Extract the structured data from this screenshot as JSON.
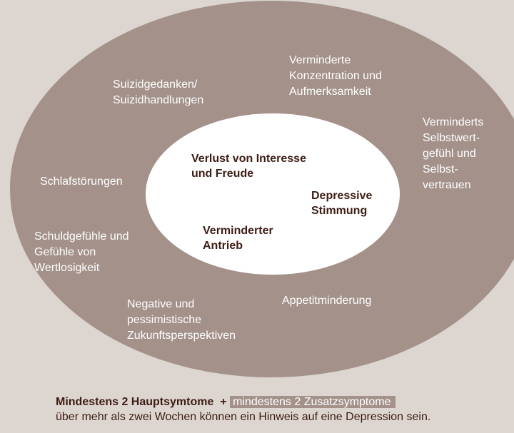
{
  "colors": {
    "background": "#ddd5cf",
    "outer_ellipse": "#a3918a",
    "inner_ellipse": "#ffffff",
    "text_dark": "#3d1d15"
  },
  "main_symptoms": [
    "Verlust von Interesse und Freude",
    "Depressive Stimmung",
    "Verminderter Antrieb"
  ],
  "main_lines": {
    "interest": [
      "Verlust von Interesse",
      "und Freude"
    ],
    "mood": [
      "Depressive",
      "Stimmung"
    ],
    "drive": [
      "Verminderter",
      "Antrieb"
    ]
  },
  "additional": {
    "suicide": [
      "Suizidgedanken/",
      "Suizidhandlungen"
    ],
    "concentration": [
      "Verminderte",
      "Konzentration und",
      "Aufmerksamkeit"
    ],
    "selfesteem": [
      "Verminderts",
      "Selbstwert-",
      "gefühl und",
      "Selbst-",
      "vertrauen"
    ],
    "sleep": [
      "Schlafstörungen"
    ],
    "guilt": [
      "Schuldgefühle und",
      "Gefühle von",
      "Wertlosigkeit"
    ],
    "negative": [
      "Negative und",
      "pessimistische",
      "Zukunftsperspektiven"
    ],
    "appetite": [
      "Appetitminderung"
    ]
  },
  "footer": {
    "main": "Mindestens 2 Hauptsymtome",
    "plus": "+",
    "additional": "mindestens 2 Zusatzsymptome",
    "line2": "über mehr als zwei Wochen können ein Hinweis auf eine Depression sein."
  }
}
